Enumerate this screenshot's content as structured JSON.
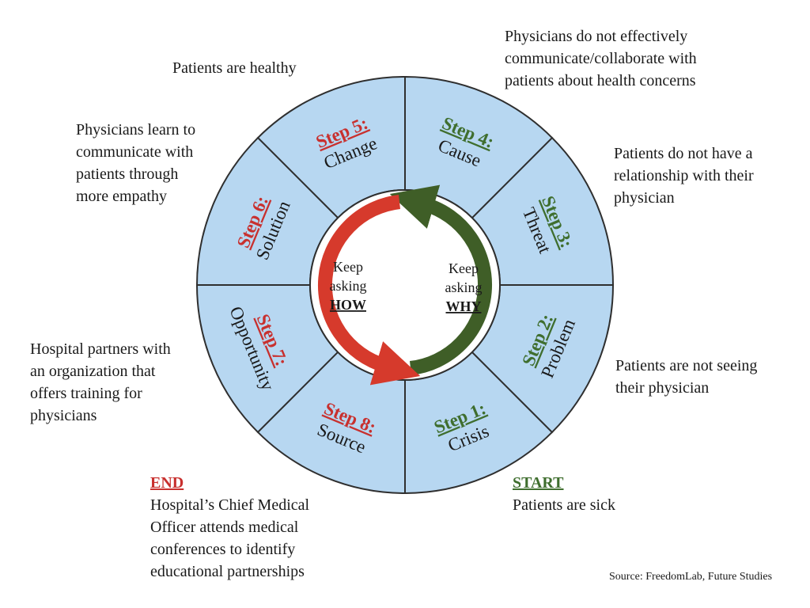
{
  "steps": [
    {
      "id": 1,
      "label": "Step 1:",
      "name": "Crisis",
      "outcome": "Patients are sick"
    },
    {
      "id": 2,
      "label": "Step 2:",
      "name": "Problem",
      "outcome": "Patients are not seeing their physician"
    },
    {
      "id": 3,
      "label": "Step 3:",
      "name": "Threat",
      "outcome": "Patients do not have a relationship with their physician"
    },
    {
      "id": 4,
      "label": "Step 4:",
      "name": "Cause",
      "outcome": "Physicians do not effectively communicate/collaborate with patients about health concerns"
    },
    {
      "id": 5,
      "label": "Step 5:",
      "name": "Change",
      "outcome": "Patients are healthy"
    },
    {
      "id": 6,
      "label": "Step 6:",
      "name": "Solution",
      "outcome": "Physicians learn to communicate with patients through more empathy"
    },
    {
      "id": 7,
      "label": "Step 7:",
      "name": "Opportunity",
      "outcome": "Hospital partners with an organization that offers training for physicians"
    },
    {
      "id": 8,
      "label": "Step 8:",
      "name": "Source",
      "outcome": "Hospital’s Chief Medical Officer attends medical conferences to identify educational partnerships"
    }
  ],
  "notes": {
    "start_heading": "START",
    "end_heading": "END",
    "outcome_lines": {
      "1": [
        "Patients are sick"
      ],
      "2": [
        "Patients are not seeing",
        "their physician"
      ],
      "3": [
        "Patients do not have a",
        "relationship with their",
        "physician"
      ],
      "4": [
        "Physicians do not effectively",
        "communicate/collaborate with",
        "patients about health concerns"
      ],
      "5": [
        "Patients are healthy"
      ],
      "6": [
        "Physicians learn to",
        "communicate with",
        "patients through",
        "more empathy"
      ],
      "7": [
        "Hospital partners with",
        "an organization that",
        "offers training for",
        "physicians"
      ],
      "8": [
        "Hospital’s Chief Medical",
        "Officer attends medical",
        "conferences to identify",
        "educational partnerships"
      ]
    }
  },
  "center": {
    "left": {
      "line1": "Keep",
      "line2": "asking",
      "keyword": "HOW"
    },
    "right": {
      "line1": "Keep",
      "line2": "asking",
      "keyword": "WHY"
    }
  },
  "source": "Source: FreedomLab, Future Studies",
  "colors": {
    "segment_fill": "#b7d7f1",
    "segment_stroke": "#2f2f2f",
    "why_steps": "#3f6e2e",
    "how_steps": "#c8302e",
    "why_arrow": "#3f5e27",
    "how_arrow": "#d63a2c"
  }
}
